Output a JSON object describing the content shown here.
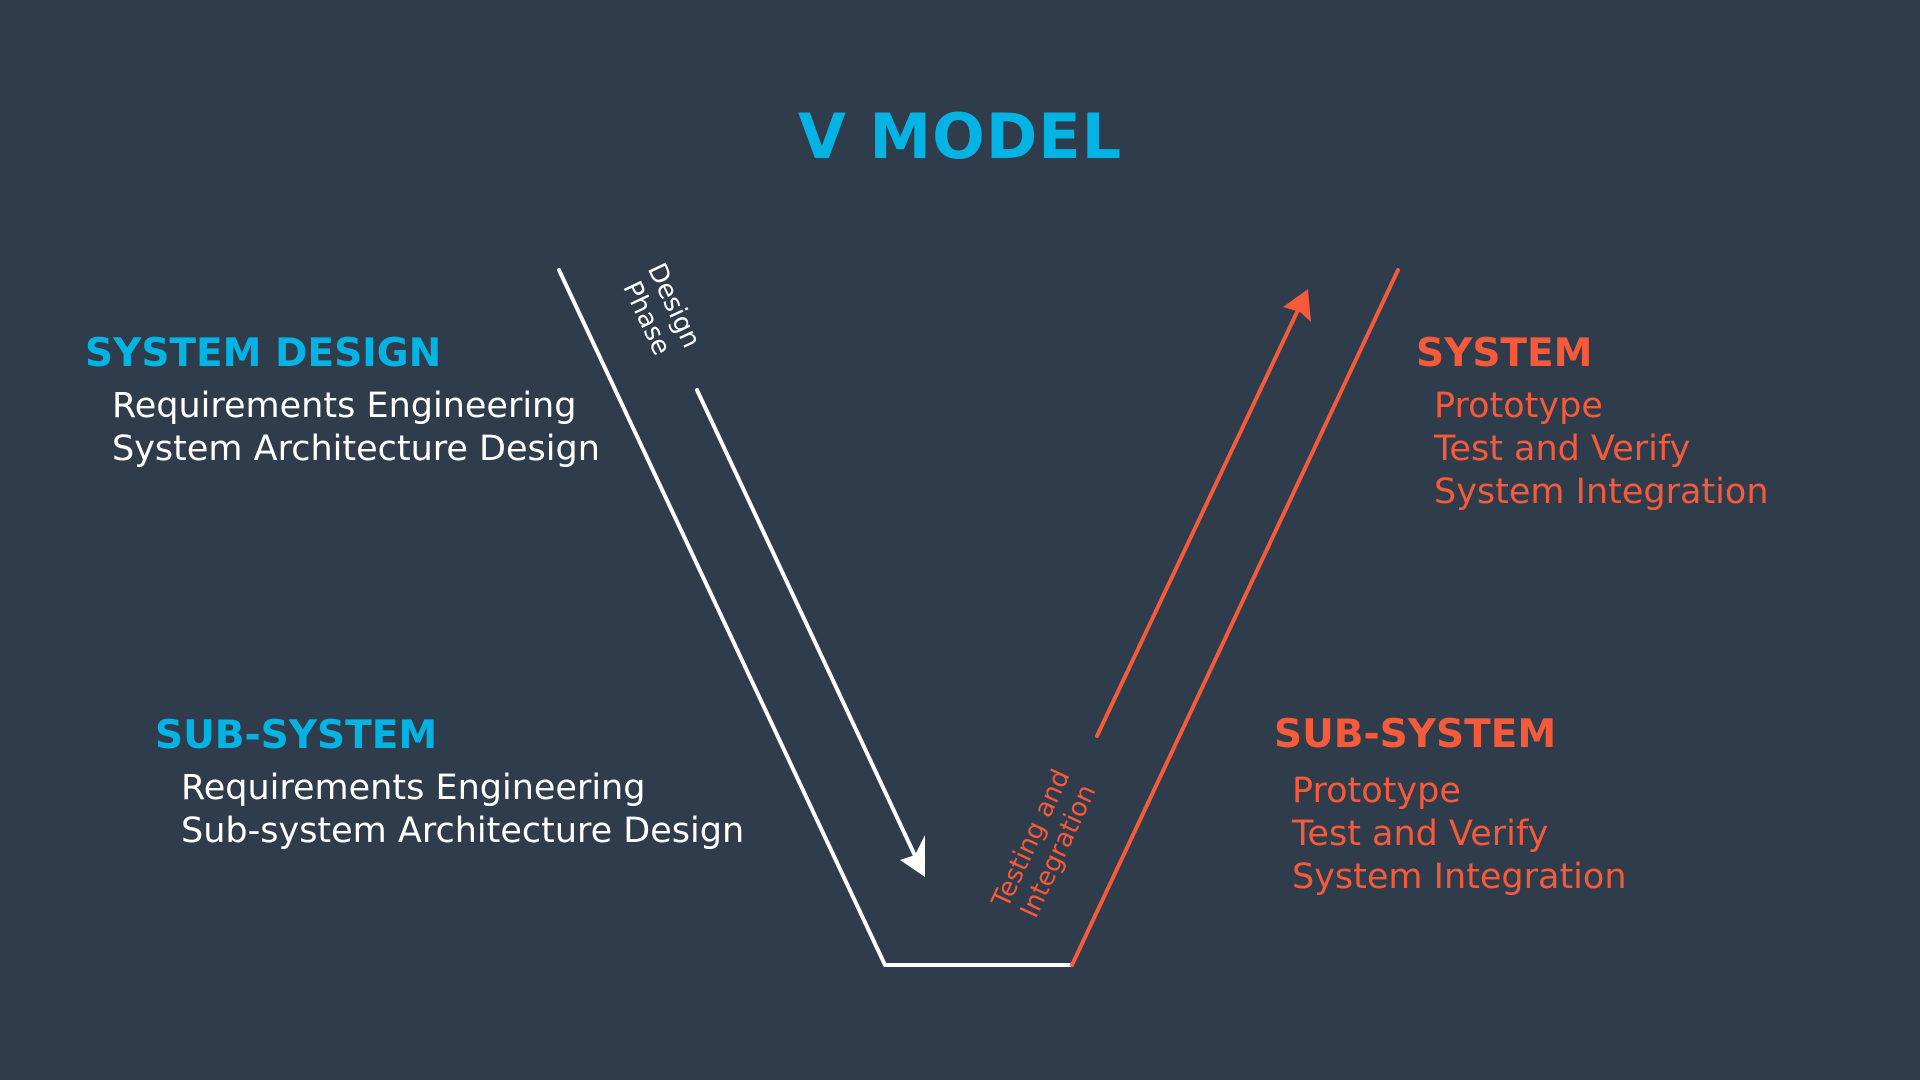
{
  "title": "V MODEL",
  "colors": {
    "background": "#2f3c4b",
    "design_accent": "#03b3e4",
    "testing_accent": "#f55a3a",
    "design_text": "#ffffff"
  },
  "left": {
    "system_design": {
      "heading": "SYSTEM DESIGN",
      "items": [
        "Requirements Engineering",
        "System Architecture Design"
      ]
    },
    "sub_system": {
      "heading": "SUB-SYSTEM",
      "items": [
        "Requirements Engineering",
        "Sub-system Architecture Design"
      ]
    }
  },
  "right": {
    "system": {
      "heading": "SYSTEM",
      "items": [
        "Prototype",
        "Test and Verify",
        "System Integration"
      ]
    },
    "sub_system": {
      "heading": "SUB-SYSTEM",
      "items": [
        "Prototype",
        "Test and Verify",
        "System Integration"
      ]
    }
  },
  "arrows": {
    "design_phase": {
      "line1": "Design",
      "line2": "Phase",
      "direction": "down"
    },
    "testing_phase": {
      "line1": "Testing and",
      "line2": "Integration",
      "direction": "up"
    }
  }
}
